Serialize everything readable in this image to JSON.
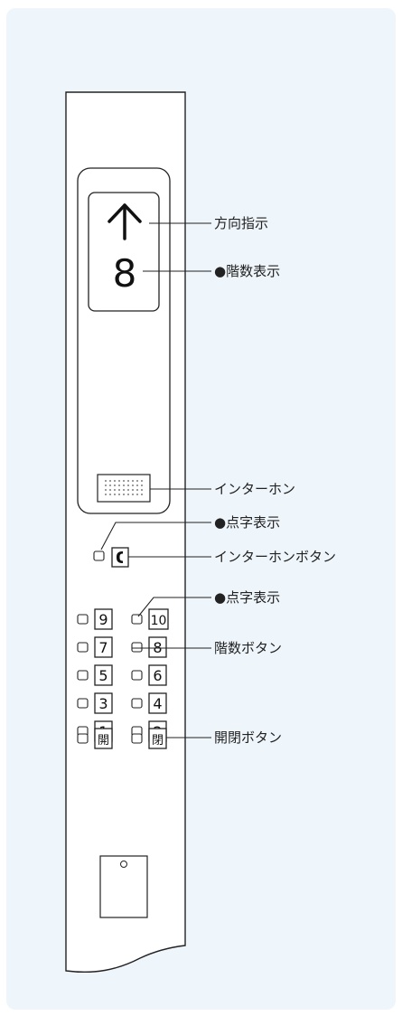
{
  "colors": {
    "background": "#eef5fb",
    "line": "#222222",
    "panel": "#ffffff"
  },
  "indicator": {
    "arrow_icon": "up-arrow-icon",
    "floor": "8"
  },
  "labels": {
    "direction": "方向指示",
    "floor_display": "●階数表示",
    "intercom": "インターホン",
    "braille_1": "●点字表示",
    "intercom_button": "インターホンボタン",
    "braille_2": "●点字表示",
    "floor_buttons": "階数ボタン",
    "open_close_buttons": "開閉ボタン"
  },
  "floor_buttons": {
    "left": [
      "9",
      "7",
      "5",
      "3",
      "1"
    ],
    "right": [
      "10",
      "8",
      "6",
      "4",
      "2"
    ]
  },
  "door_buttons": {
    "open": "開",
    "close": "閉"
  },
  "intercom_button_icon": "phone-icon"
}
